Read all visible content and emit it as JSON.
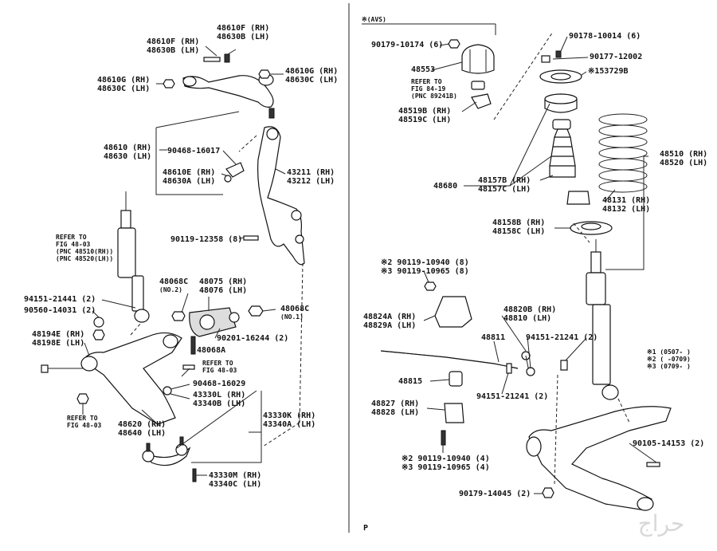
{
  "left": {
    "l_48610F": [
      "48610F (RH)",
      "48630B (LH)"
    ],
    "l_48610F_b": [
      "48610F (RH)",
      "48630B (LH)"
    ],
    "l_48610G_r": [
      "48610G (RH)",
      "48630C (LH)"
    ],
    "l_48610G_l": [
      "48610G (RH)",
      "48630C (LH)"
    ],
    "l_48610": [
      "48610 (RH)",
      "48630 (LH)"
    ],
    "l_90468_16017": "90468-16017",
    "l_48610E": [
      "48610E (RH)",
      "48630A (LH)"
    ],
    "l_43211": [
      "43211 (RH)",
      "43212 (LH)"
    ],
    "l_refer_4803_a": [
      "REFER TO",
      "FIG 48-03",
      "(PNC 48510(RH))",
      "(PNC 48520(LH))"
    ],
    "l_90119_12358": "90119-12358 (8)",
    "l_48068C_2": [
      "48068C",
      "(NO.2)"
    ],
    "l_48075": [
      "48075 (RH)",
      "48076 (LH)"
    ],
    "l_48068C_1": [
      "48068C",
      "(NO.1)"
    ],
    "l_94151_21441": "94151-21441 (2)",
    "l_90560_14031": "90560-14031 (2)",
    "l_90201_16244": "90201-16244 (2)",
    "l_48194E": [
      "48194E (RH)",
      "48198E (LH)"
    ],
    "l_48068A": "48068A",
    "l_refer_4803_b": [
      "REFER TO",
      "FIG 48-03"
    ],
    "l_90468_16029": "90468-16029",
    "l_43330L": [
      "43330L (RH)",
      "43340B (LH)"
    ],
    "l_refer_4803_c": [
      "REFER TO",
      "FIG 48-03"
    ],
    "l_48620": [
      "48620 (RH)",
      "48640 (LH)"
    ],
    "l_43330K": [
      "43330K (RH)",
      "43340A (LH)"
    ],
    "l_43330M": [
      "43330M (RH)",
      "43340C (LH)"
    ]
  },
  "right": {
    "l_avs": "※(AVS)",
    "l_90179_10174": "90179-10174 (6)",
    "l_48553": "48553",
    "l_refer_8419": [
      "REFER TO",
      "FIG 84-19",
      "(PNC 89241B)"
    ],
    "l_48519B": [
      "48519B (RH)",
      "48519C (LH)"
    ],
    "l_90178_10014": "90178-10014 (6)",
    "l_90177_12002": "90177-12002",
    "l_153729B": "※153729B",
    "l_48510": [
      "48510 (RH)",
      "48520 (LH)"
    ],
    "l_48680": "48680",
    "l_48157B": [
      "48157B (RH)",
      "48157C (LH)"
    ],
    "l_48131": [
      "48131 (RH)",
      "48132 (LH)"
    ],
    "l_48158B": [
      "48158B (RH)",
      "48158C (LH)"
    ],
    "l_90119_10940_top": [
      "※2 90119-10940 (8)",
      "※3 90119-10965 (8)"
    ],
    "l_48824A": [
      "48824A (RH)",
      "48829A (LH)"
    ],
    "l_48820B": [
      "48820B (RH)",
      "48810 (LH)"
    ],
    "l_48811": "48811",
    "l_94151_21241_a": "94151-21241 (2)",
    "l_legend": [
      "※1 (0507-    )",
      "※2 (    -0709)",
      "※3 (0709-    )"
    ],
    "l_48815": "48815",
    "l_94151_21241_b": "94151-21241 (2)",
    "l_48827": [
      "48827 (RH)",
      "48828 (LH)"
    ],
    "l_90105_14153": "90105-14153 (2)",
    "l_90119_10940_bot": [
      "※2 90119-10940 (4)",
      "※3 90119-10965 (4)"
    ],
    "l_90179_14045": "90179-14045 (2)",
    "l_page": "P"
  },
  "watermark": "حراج"
}
